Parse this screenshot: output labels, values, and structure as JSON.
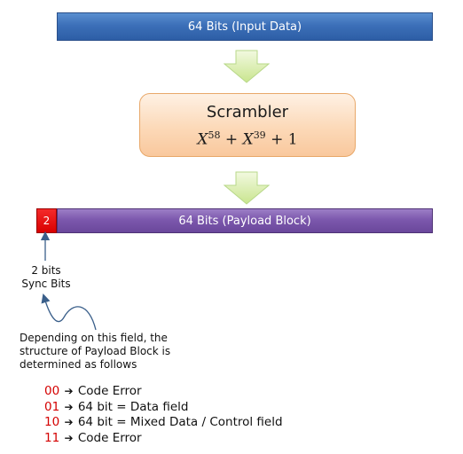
{
  "input_bar": {
    "label": "64 Bits (Input Data)"
  },
  "scrambler": {
    "title": "Scrambler",
    "formula": {
      "var": "X",
      "exp1": "58",
      "exp2": "39",
      "const": "1"
    }
  },
  "sync_box": {
    "label": "2"
  },
  "payload_bar": {
    "label": "64 Bits (Payload Block)"
  },
  "sync_label": {
    "line1": "2 bits",
    "line2": "Sync Bits"
  },
  "description": {
    "line1": "Depending on this field, the",
    "line2": "structure of Payload Block is",
    "line3": "determined as follows"
  },
  "codes": [
    {
      "code": "00",
      "meaning": "Code Error"
    },
    {
      "code": "01",
      "meaning": "64 bit = Data field"
    },
    {
      "code": "10",
      "meaning": "64 bit = Mixed Data / Control field"
    },
    {
      "code": "11",
      "meaning": "Code Error"
    }
  ],
  "colors": {
    "input_bar": "#3c6fb8",
    "scrambler_fill": "#fcd9b8",
    "sync_box": "#e00000",
    "payload_bar": "#7c58ad",
    "arrow_fill": "#d4eaa6",
    "code_text": "#d40000"
  }
}
